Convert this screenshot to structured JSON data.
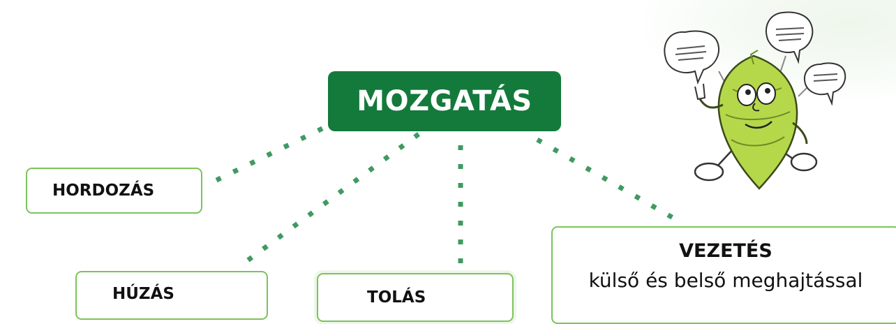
{
  "center": {
    "label": "MOZGATÁS"
  },
  "branches": {
    "hordozas": "HORDOZÁS",
    "huzas": "HÚZÁS",
    "tolas": "TOLÁS",
    "vezetes": {
      "title": "VEZETÉS",
      "subtitle": "külső és belső meghajtással"
    }
  },
  "colors": {
    "center_fill": "#137a3b",
    "leaf_border": "#7cc35a",
    "connector": "#3f9a62",
    "mascot_body": "#b5d84a"
  },
  "mascot": {
    "icon": "hop-cone-mascot-thinking-icon"
  }
}
